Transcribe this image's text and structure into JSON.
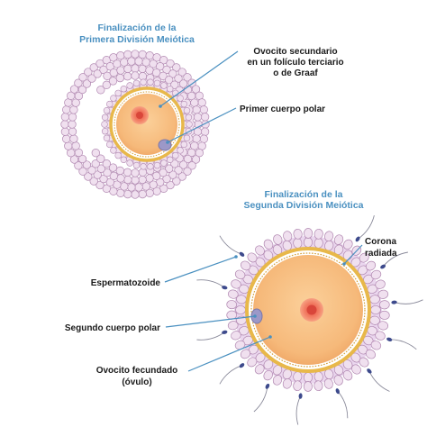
{
  "top": {
    "title_line1": "Finalización de la",
    "title_line2": "Primera División Meiótica",
    "label_oocyte_line1": "Ovocito secundario",
    "label_oocyte_line2": "en un folículo terciario",
    "label_oocyte_line3": "o de Graaf",
    "label_polar": "Primer cuerpo polar"
  },
  "bottom": {
    "title_line1": "Finalización de la",
    "title_line2": "Segunda División Meiótica",
    "label_corona_line1": "Corona",
    "label_corona_line2": "radiada",
    "label_sperm": "Espermatozoide",
    "label_polar2": "Segundo cuerpo polar",
    "label_fert_line1": "Ovocito fecundado",
    "label_fert_line2": "(óvulo)"
  },
  "colors": {
    "title": "#4a90c0",
    "follicle_cell_fill": "#f0e0ef",
    "follicle_cell_stroke": "#b087b0",
    "oocyte_fill": "#f6b97a",
    "zona": "#e8b84a",
    "nucleus": "#ef7a66",
    "polar_body": "#9c98c8"
  }
}
